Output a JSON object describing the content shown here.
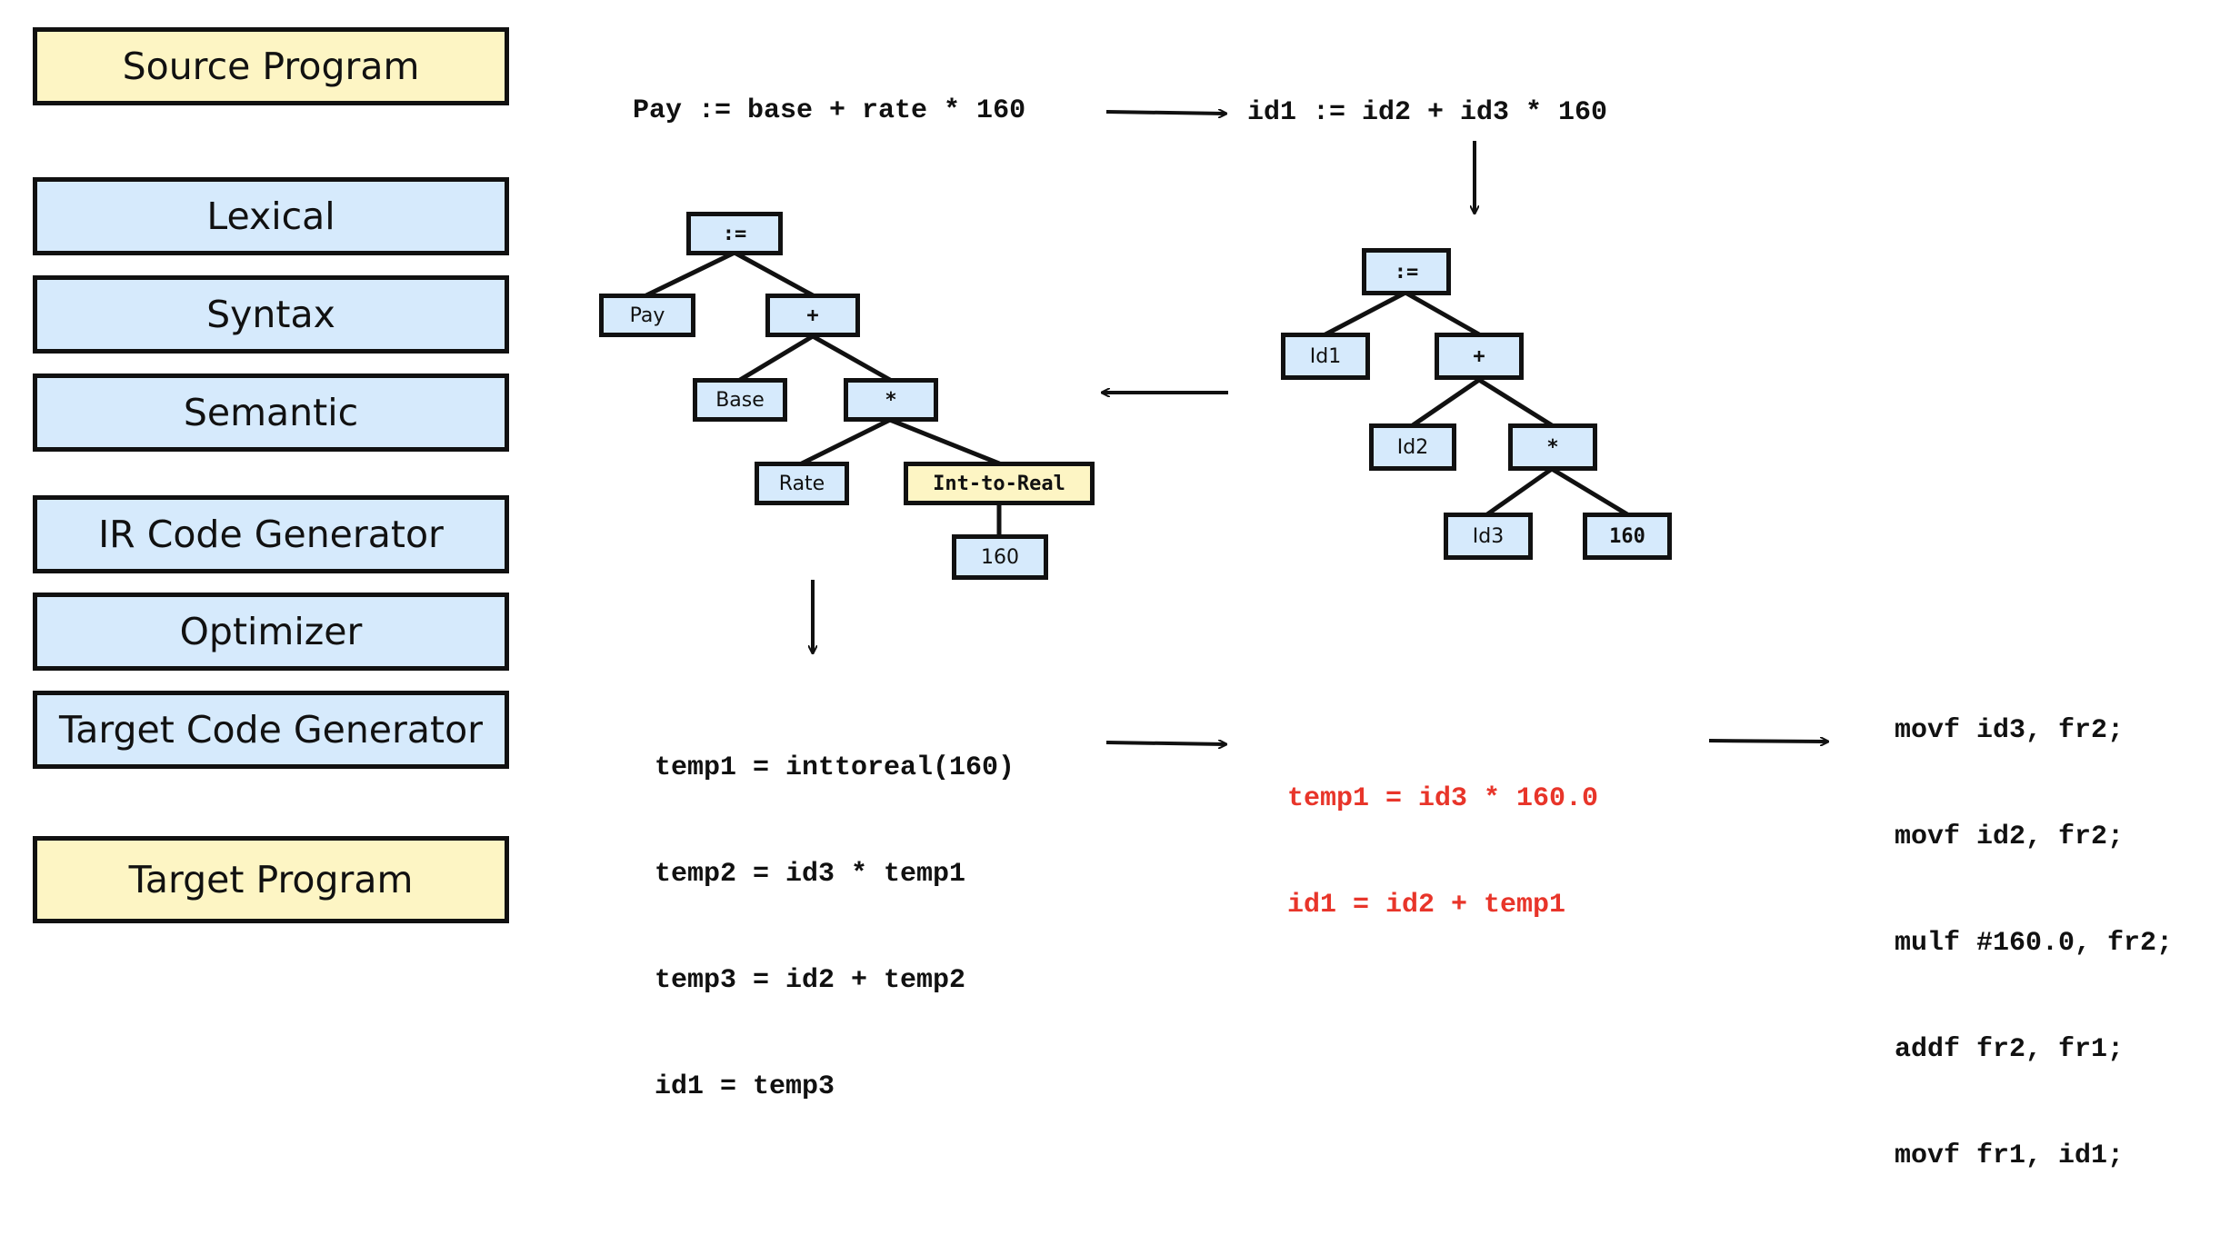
{
  "pipeline": {
    "source": "Source Program",
    "phases": [
      "Lexical",
      "Syntax",
      "Semantic",
      "IR Code Generator",
      "Optimizer",
      "Target Code Generator"
    ],
    "target": "Target Program"
  },
  "source_statement": "Pay := base + rate * 160",
  "token_statement": "id1 := id2 + id3 * 160",
  "syntax_tree": {
    "root": ":=",
    "left": "Id1",
    "plus": "+",
    "id2": "Id2",
    "times": "*",
    "id3": "Id3",
    "num": "160"
  },
  "semantic_tree": {
    "root": ":=",
    "left": "Pay",
    "plus": "+",
    "base": "Base",
    "times": "*",
    "rate": "Rate",
    "conv": "Int-to-Real",
    "num": "160"
  },
  "ir_code": [
    "temp1 = inttoreal(160)",
    "temp2 = id3 * temp1",
    "temp3 = id2 + temp2",
    "id1 = temp3"
  ],
  "optimized_code": [
    "temp1 = id3 * 160.0",
    "id1 = id2 + temp1"
  ],
  "target_code": [
    "movf id3, fr2;",
    "movf id2, fr2;",
    "mulf #160.0, fr2;",
    "addf fr2, fr1;",
    "movf fr1, id1;"
  ],
  "colors": {
    "phase_fill": "#d6eafc",
    "io_fill": "#fdf5c4",
    "optimized_text": "#e8352a",
    "stroke": "#111111"
  }
}
